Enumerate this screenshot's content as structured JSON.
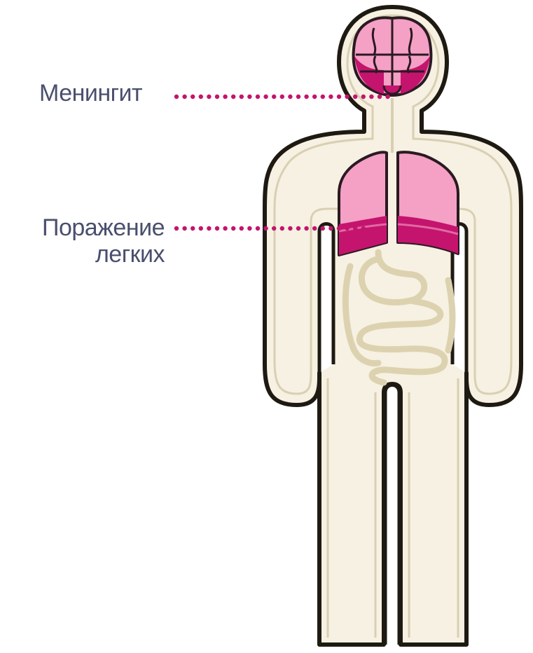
{
  "labels": {
    "meningitis": "Менингит",
    "lung_damage_line1": "Поражение",
    "lung_damage_line2": "легких"
  },
  "colors": {
    "body_outline": "#1e1a12",
    "body_fill": "#f6f1e2",
    "inner_line": "#d9cfb2",
    "organ_pink": "#f5a0c5",
    "organ_magenta": "#c4146e",
    "leader_dots": "#c4146e",
    "label_text": "#4a4f6e"
  }
}
